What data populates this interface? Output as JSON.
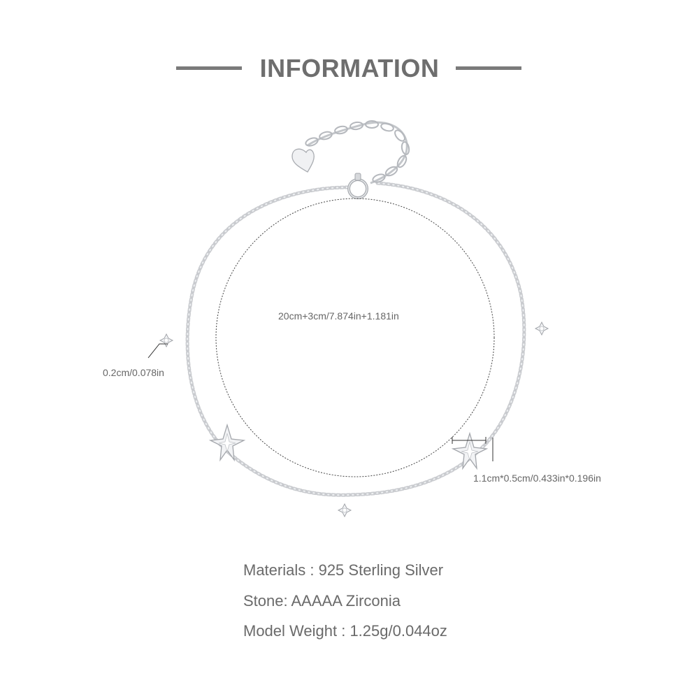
{
  "header": {
    "title": "INFORMATION"
  },
  "dimensions": {
    "length": "20cm+3cm/7.874in+1.181in",
    "stone_size": "0.2cm/0.078in",
    "charm_size": "1.1cm*0.5cm/0.433in*0.196in"
  },
  "specs": {
    "materials": "Materials : 925 Sterling Silver",
    "stone": "Stone: AAAAA Zirconia",
    "weight": "Model Weight : 1.25g/0.044oz"
  },
  "colors": {
    "silver": "#c9cbcf",
    "silver_dark": "#9ea1a6",
    "text": "#666666",
    "title": "#6e6e6e"
  }
}
